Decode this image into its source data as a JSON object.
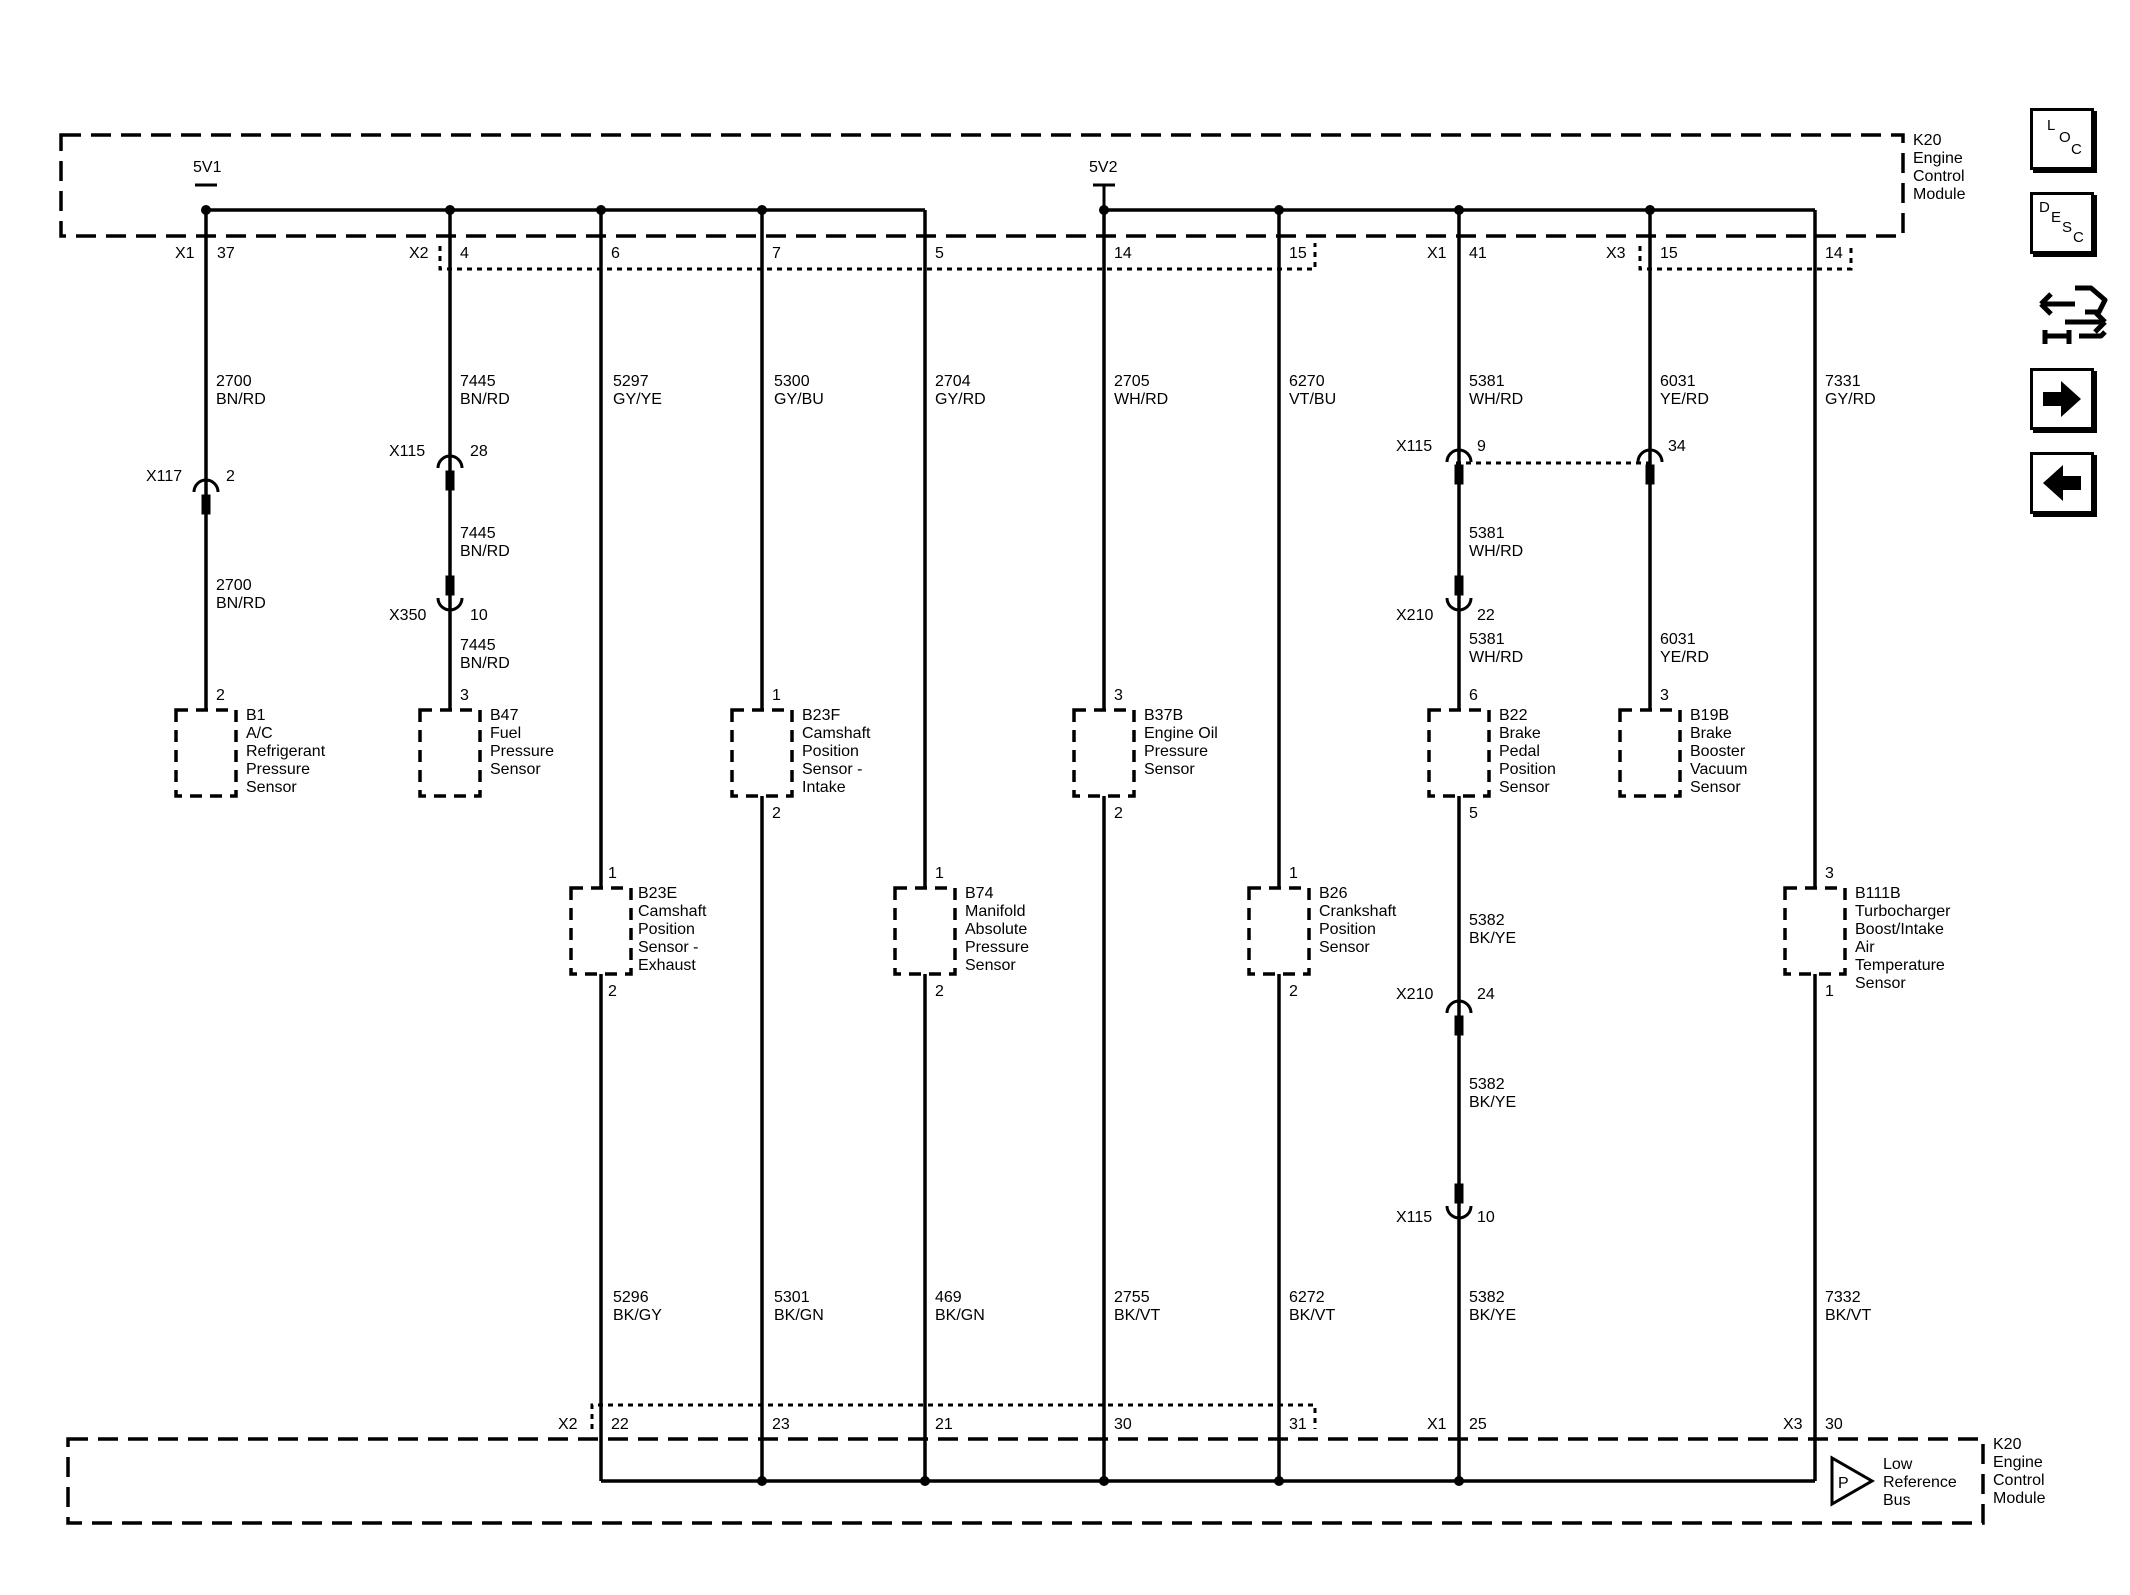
{
  "module_top": {
    "ref": "K20",
    "name": [
      "Engine",
      "Control",
      "Module"
    ]
  },
  "module_bottom": {
    "ref": "K20",
    "name": [
      "Engine",
      "Control",
      "Module"
    ]
  },
  "supplies": [
    "5V1",
    "5V2"
  ],
  "low_reference_bus": {
    "symbol": "P",
    "label": [
      "Low",
      "Reference",
      "Bus"
    ]
  },
  "top_connectors": [
    "X1",
    "X2",
    "X1",
    "X3"
  ],
  "bottom_connectors": [
    "X2",
    "X1",
    "X3"
  ],
  "top_pins": [
    "37",
    "4",
    "6",
    "7",
    "5",
    "14",
    "15",
    "41",
    "15",
    "14"
  ],
  "bottom_pins": [
    "22",
    "23",
    "21",
    "30",
    "31",
    "25",
    "30"
  ],
  "wires": [
    {
      "circuit": "2700",
      "color": "BN/RD"
    },
    {
      "circuit": "2700",
      "color": "BN/RD"
    },
    {
      "circuit": "7445",
      "color": "BN/RD"
    },
    {
      "circuit": "7445",
      "color": "BN/RD"
    },
    {
      "circuit": "7445",
      "color": "BN/RD"
    },
    {
      "circuit": "5297",
      "color": "GY/YE"
    },
    {
      "circuit": "5300",
      "color": "GY/BU"
    },
    {
      "circuit": "2704",
      "color": "GY/RD"
    },
    {
      "circuit": "2705",
      "color": "WH/RD"
    },
    {
      "circuit": "6270",
      "color": "VT/BU"
    },
    {
      "circuit": "5381",
      "color": "WH/RD"
    },
    {
      "circuit": "5381",
      "color": "WH/RD"
    },
    {
      "circuit": "5381",
      "color": "WH/RD"
    },
    {
      "circuit": "6031",
      "color": "YE/RD"
    },
    {
      "circuit": "6031",
      "color": "YE/RD"
    },
    {
      "circuit": "7331",
      "color": "GY/RD"
    },
    {
      "circuit": "5382",
      "color": "BK/YE"
    },
    {
      "circuit": "5382",
      "color": "BK/YE"
    },
    {
      "circuit": "5296",
      "color": "BK/GY"
    },
    {
      "circuit": "5301",
      "color": "BK/GN"
    },
    {
      "circuit": "469",
      "color": "BK/GN"
    },
    {
      "circuit": "2755",
      "color": "BK/VT"
    },
    {
      "circuit": "6272",
      "color": "BK/VT"
    },
    {
      "circuit": "5382",
      "color": "BK/YE"
    },
    {
      "circuit": "7332",
      "color": "BK/VT"
    }
  ],
  "inline_connectors": [
    {
      "ref": "X117",
      "pin": "2"
    },
    {
      "ref": "X115",
      "pin": "28"
    },
    {
      "ref": "X350",
      "pin": "10"
    },
    {
      "ref": "X115",
      "pin": "9"
    },
    {
      "ref": "X115",
      "pin": "34"
    },
    {
      "ref": "X210",
      "pin": "22"
    },
    {
      "ref": "X210",
      "pin": "24"
    },
    {
      "ref": "X115",
      "pin": "10"
    }
  ],
  "components": [
    {
      "ref": "B1",
      "name": [
        "A/C",
        "Refrigerant",
        "Pressure",
        "Sensor"
      ],
      "pin_top": "2",
      "pin_bottom": ""
    },
    {
      "ref": "B47",
      "name": [
        "Fuel",
        "Pressure",
        "Sensor"
      ],
      "pin_top": "3",
      "pin_bottom": ""
    },
    {
      "ref": "B23F",
      "name": [
        "Camshaft",
        "Position",
        "Sensor -",
        "Intake"
      ],
      "pin_top": "1",
      "pin_bottom": "2"
    },
    {
      "ref": "B37B",
      "name": [
        "Engine Oil",
        "Pressure",
        "Sensor"
      ],
      "pin_top": "3",
      "pin_bottom": "2"
    },
    {
      "ref": "B22",
      "name": [
        "Brake",
        "Pedal",
        "Position",
        "Sensor"
      ],
      "pin_top": "6",
      "pin_bottom": "5"
    },
    {
      "ref": "B19B",
      "name": [
        "Brake",
        "Booster",
        "Vacuum",
        "Sensor"
      ],
      "pin_top": "3",
      "pin_bottom": ""
    },
    {
      "ref": "B23E",
      "name": [
        "Camshaft",
        "Position",
        "Sensor -",
        "Exhaust"
      ],
      "pin_top": "1",
      "pin_bottom": "2"
    },
    {
      "ref": "B74",
      "name": [
        "Manifold",
        "Absolute",
        "Pressure",
        "Sensor"
      ],
      "pin_top": "1",
      "pin_bottom": "2"
    },
    {
      "ref": "B26",
      "name": [
        "Crankshaft",
        "Position",
        "Sensor"
      ],
      "pin_top": "1",
      "pin_bottom": "2"
    },
    {
      "ref": "B111B",
      "name": [
        "Turbocharger",
        "Boost/Intake",
        "Air",
        "Temperature",
        "Sensor"
      ],
      "pin_top": "3",
      "pin_bottom": "1"
    }
  ],
  "nav": {
    "loc": [
      "L",
      "O",
      "C"
    ],
    "desc": [
      "D",
      "E",
      "S",
      "C"
    ],
    "icons": [
      "connector-tool-icon",
      "arrow-right-icon",
      "arrow-left-icon"
    ]
  }
}
